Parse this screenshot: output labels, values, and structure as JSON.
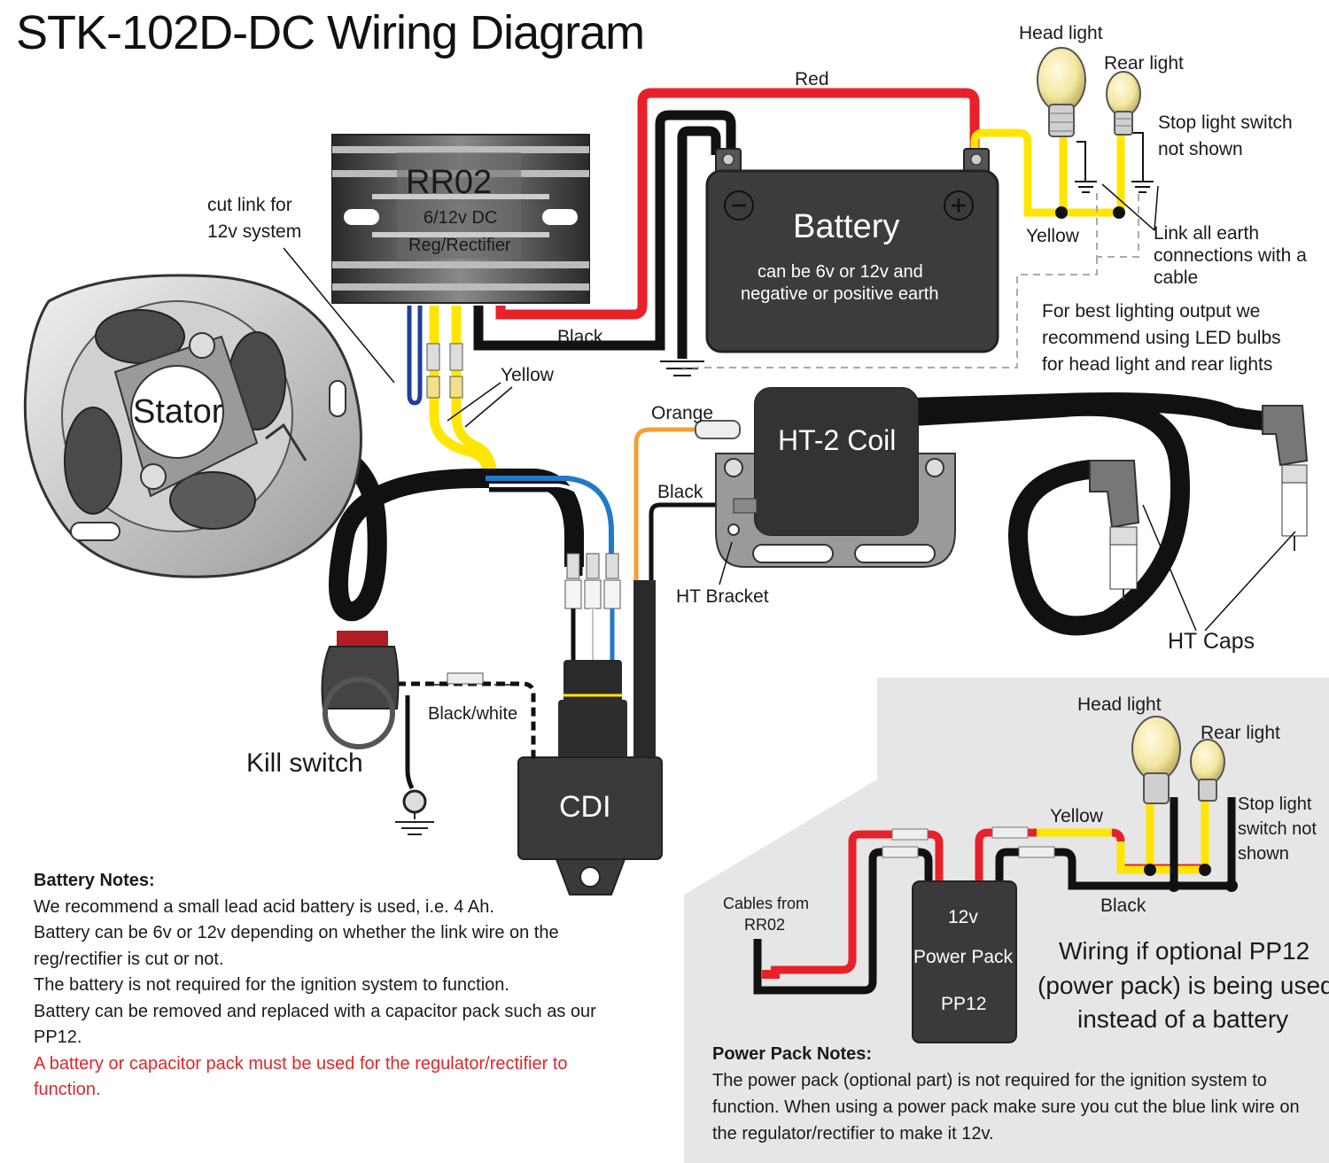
{
  "title": "STK-102D-DC Wiring Diagram",
  "labels": {
    "red": "Red",
    "head_light": "Head light",
    "rear_light": "Rear light",
    "stop_switch_1": "Stop light switch",
    "stop_switch_2": "not shown",
    "rr02": "RR02",
    "rr02_sub1": "6/12v DC",
    "rr02_sub2": "Reg/Rectifier",
    "cut_link_1": "cut link for",
    "cut_link_2": "12v system",
    "battery": "Battery",
    "battery_sub1": "can be 6v or 12v and",
    "battery_sub2": "negative or positive earth",
    "yellow": "Yellow",
    "link_earth_1": "Link all earth",
    "link_earth_2": "connections with a",
    "link_earth_3": "cable",
    "led_1": "For best lighting output we",
    "led_2": "recommend using LED bulbs",
    "led_3": "for head light and rear lights",
    "black": "Black",
    "stator": "Stator",
    "orange": "Orange",
    "ht_coil": "HT-2 Coil",
    "ht_bracket": "HT Bracket",
    "ht_caps": "HT Caps",
    "black_white": "Black/white",
    "kill_switch": "Kill switch",
    "cdi": "CDI",
    "minus": "⊖",
    "plus": "⊕"
  },
  "battery_notes": {
    "heading": "Battery Notes:",
    "lines": [
      "We recommend a small lead acid battery is used, i.e. 4 Ah.",
      "Battery can be 6v or 12v depending on whether the link wire on the reg/rectifier is cut or not.",
      "The battery is not required for the ignition system to function.",
      "Battery can be removed and replaced with a capacitor pack such as our PP12."
    ],
    "warning": "A battery or capacitor pack must be used for the regulator/rectifier to function."
  },
  "power_pack_panel": {
    "head_light": "Head light",
    "rear_light": "Rear light",
    "stop_1": "Stop light",
    "stop_2": "switch not",
    "stop_3": "shown",
    "yellow": "Yellow",
    "black": "Black",
    "cables_1": "Cables from",
    "cables_2": "RR02",
    "pp_1": "12v",
    "pp_2": "Power Pack",
    "pp_3": "PP12",
    "wiring_1": "Wiring if optional PP12",
    "wiring_2": "(power pack) is being used",
    "wiring_3": "instead of a battery"
  },
  "power_pack_notes": {
    "heading": "Power Pack Notes:",
    "text": "The power pack (optional part) is not required for the ignition system to function. When using a power pack make sure you cut the blue link wire on the regulator/rectifier to make it 12v."
  },
  "colors": {
    "red_wire": "#e8202a",
    "yellow_wire": "#ffe600",
    "black_wire": "#111111",
    "blue_wire": "#1f7ac8",
    "orange_wire": "#f5a030",
    "component": "#3a3a3a",
    "panel": "#e6e6e6"
  }
}
